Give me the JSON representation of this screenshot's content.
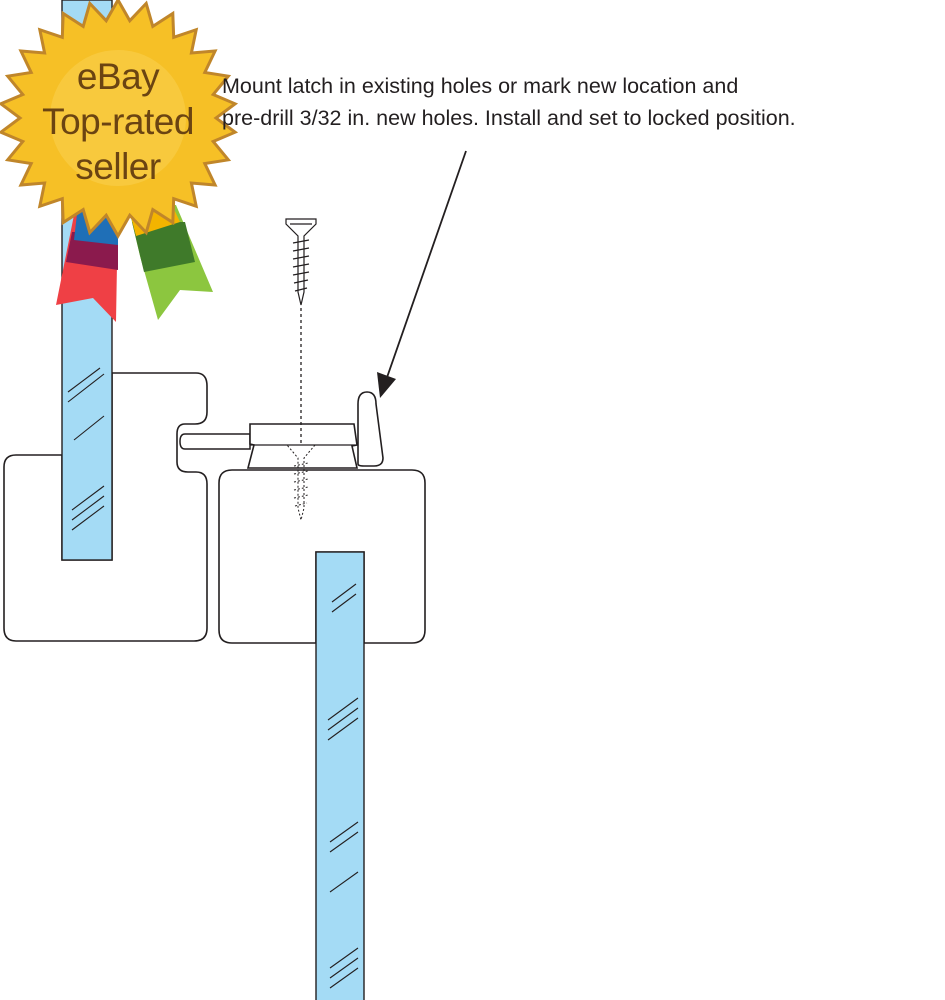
{
  "badge": {
    "lines": [
      "eBay",
      "Top-rated",
      "seller"
    ],
    "colors": {
      "star_fill": "#f6c026",
      "star_edge": "#c0862a",
      "ribbon_left": [
        "#1f6fb7",
        "#8b1a4d",
        "#ef4045"
      ],
      "ribbon_right": [
        "#f4b400",
        "#3f7a2a",
        "#8cc63f"
      ]
    }
  },
  "instruction": {
    "line1": "Mount latch in existing holes or mark new location and",
    "line2": "pre-drill 3/32 in. new holes.  Install and set to locked position."
  },
  "colors": {
    "glass": "#a4dbf5",
    "outline": "#231f20",
    "background": "#ffffff"
  }
}
